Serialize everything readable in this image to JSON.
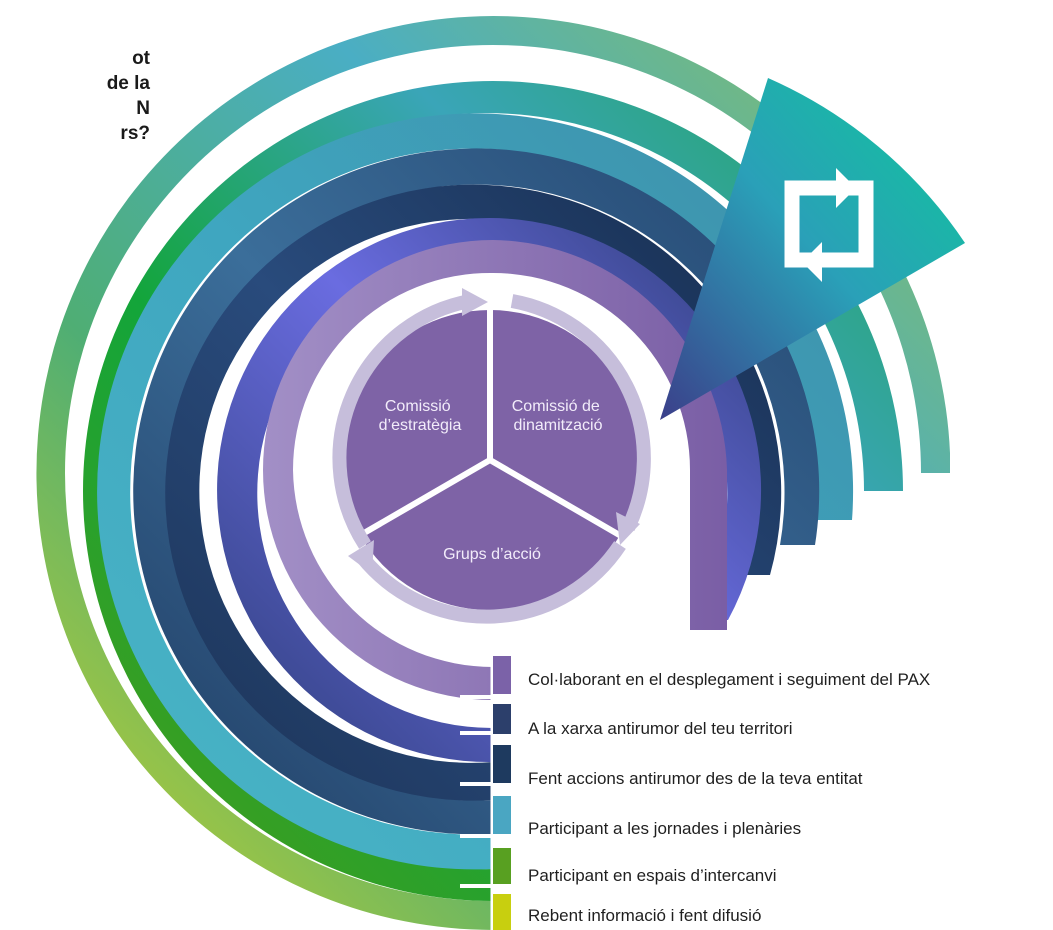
{
  "question": {
    "lines": [
      "ot",
      "de la",
      "N",
      "rs?"
    ]
  },
  "cycle": {
    "segments": [
      {
        "label_lines": [
          "Comissió",
          "d’estratègia"
        ]
      },
      {
        "label_lines": [
          "Comissió de",
          "dinamització"
        ]
      },
      {
        "label_lines": [
          "Grups d’acció"
        ]
      }
    ],
    "refresh_icon": "refresh-cycle-icon"
  },
  "levels": [
    {
      "label": "Col·laborant en el desplegament i seguiment del PAX",
      "color": "#7b62a8"
    },
    {
      "label": "A la xarxa antirumor del teu territori",
      "color": "#2c3f6b"
    },
    {
      "label": "Fent accions antirumor des de la teva entitat",
      "color": "#1e3a5f"
    },
    {
      "label": "Participant a les jornades i plenàries",
      "color": "#4aa6c2"
    },
    {
      "label": "Participant en espais d’intercanvi",
      "color": "#58a021"
    },
    {
      "label": "Rebent informació i fent difusió",
      "color": "#c8cf0f"
    }
  ]
}
